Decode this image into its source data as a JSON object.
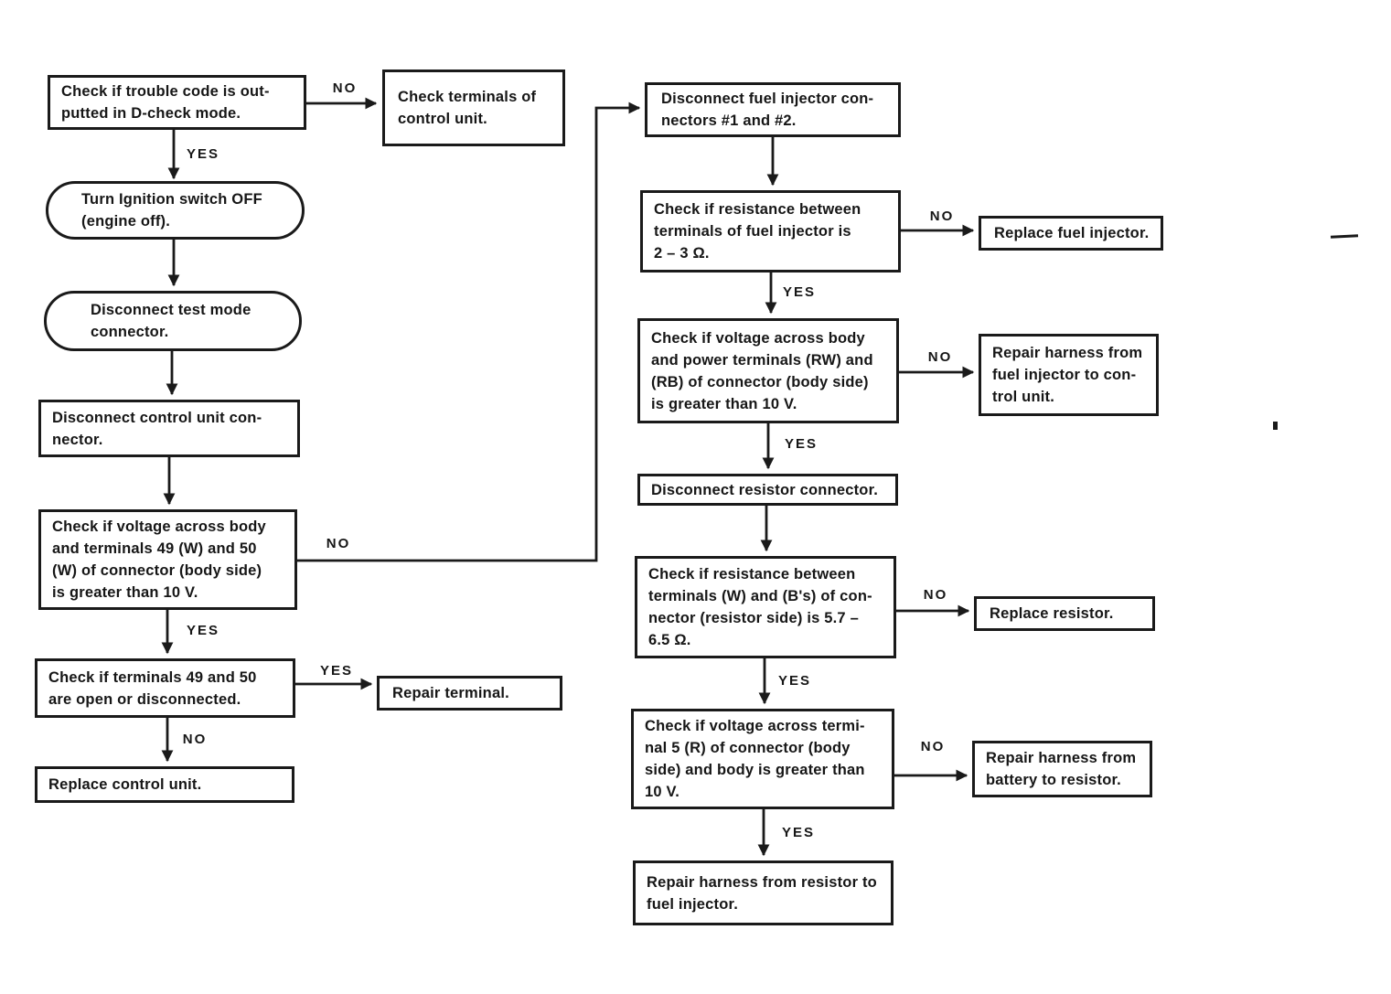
{
  "document_type": "troubleshooting-flowchart",
  "nodes": {
    "check_trouble_code": {
      "text": "Check if trouble code is out-\nputted in D-check mode."
    },
    "check_terminals_of_control_unit": {
      "text": "Check terminals of\ncontrol unit."
    },
    "turn_ignition_switch_off": {
      "text": "Turn Ignition switch OFF\n(engine off)."
    },
    "disconnect_test_mode_connector": {
      "text": "Disconnect test mode\nconnector."
    },
    "disconnect_control_unit_connector": {
      "text": "Disconnect control unit con-\nnector."
    },
    "check_voltage_body_49_50": {
      "text": "Check if voltage across body\nand terminals 49 (W) and 50\n(W) of connector (body side)\nis greater than 10 V."
    },
    "check_terminals_49_50_open": {
      "text": "Check if terminals 49 and 50\nare open or disconnected."
    },
    "repair_terminal": {
      "text": "Repair terminal."
    },
    "replace_control_unit": {
      "text": "Replace control unit."
    },
    "disconnect_fuel_injector_connectors": {
      "text": "Disconnect fuel injector con-\nnectors #1 and #2."
    },
    "check_resistance_fuel_injector": {
      "text": "Check if resistance between\nterminals of fuel injector is\n2 – 3 Ω."
    },
    "replace_fuel_injector": {
      "text": "Replace fuel injector."
    },
    "check_voltage_rw_rb": {
      "text": "Check if voltage across body\nand power terminals (RW) and\n(RB) of connector (body side)\nis greater than 10 V."
    },
    "repair_harness_fuel_injector_to_control_unit": {
      "text": "Repair harness from\nfuel injector to con-\ntrol unit."
    },
    "disconnect_resistor_connector": {
      "text": "Disconnect resistor connector."
    },
    "check_resistance_resistor": {
      "text": "Check if resistance between\nterminals (W) and (B's) of con-\nnector (resistor side) is 5.7 –\n6.5 Ω."
    },
    "replace_resistor": {
      "text": "Replace resistor."
    },
    "check_voltage_terminal_5": {
      "text": "Check if voltage across termi-\nnal 5 (R) of connector (body\nside) and body is greater than\n10 V."
    },
    "repair_harness_battery_to_resistor": {
      "text": "Repair harness from\nbattery to resistor."
    },
    "repair_harness_resistor_to_fuel_injector": {
      "text": "Repair harness from resistor to\nfuel injector."
    }
  },
  "edges": [
    {
      "from": "check_trouble_code",
      "to": "check_terminals_of_control_unit",
      "label": "NO"
    },
    {
      "from": "check_trouble_code",
      "to": "turn_ignition_switch_off",
      "label": "YES"
    },
    {
      "from": "turn_ignition_switch_off",
      "to": "disconnect_test_mode_connector",
      "label": ""
    },
    {
      "from": "disconnect_test_mode_connector",
      "to": "disconnect_control_unit_connector",
      "label": ""
    },
    {
      "from": "disconnect_control_unit_connector",
      "to": "check_voltage_body_49_50",
      "label": ""
    },
    {
      "from": "check_voltage_body_49_50",
      "to": "disconnect_fuel_injector_connectors",
      "label": "NO"
    },
    {
      "from": "check_voltage_body_49_50",
      "to": "check_terminals_49_50_open",
      "label": "YES"
    },
    {
      "from": "check_terminals_49_50_open",
      "to": "repair_terminal",
      "label": "YES"
    },
    {
      "from": "check_terminals_49_50_open",
      "to": "replace_control_unit",
      "label": "NO"
    },
    {
      "from": "disconnect_fuel_injector_connectors",
      "to": "check_resistance_fuel_injector",
      "label": ""
    },
    {
      "from": "check_resistance_fuel_injector",
      "to": "replace_fuel_injector",
      "label": "NO"
    },
    {
      "from": "check_resistance_fuel_injector",
      "to": "check_voltage_rw_rb",
      "label": "YES"
    },
    {
      "from": "check_voltage_rw_rb",
      "to": "repair_harness_fuel_injector_to_control_unit",
      "label": "NO"
    },
    {
      "from": "check_voltage_rw_rb",
      "to": "disconnect_resistor_connector",
      "label": "YES"
    },
    {
      "from": "disconnect_resistor_connector",
      "to": "check_resistance_resistor",
      "label": ""
    },
    {
      "from": "check_resistance_resistor",
      "to": "replace_resistor",
      "label": "NO"
    },
    {
      "from": "check_resistance_resistor",
      "to": "check_voltage_terminal_5",
      "label": "YES"
    },
    {
      "from": "check_voltage_terminal_5",
      "to": "repair_harness_battery_to_resistor",
      "label": "NO"
    },
    {
      "from": "check_voltage_terminal_5",
      "to": "repair_harness_resistor_to_fuel_injector",
      "label": "YES"
    }
  ],
  "colors": {
    "ink": "#1a1a1a",
    "paper": "#ffffff"
  }
}
